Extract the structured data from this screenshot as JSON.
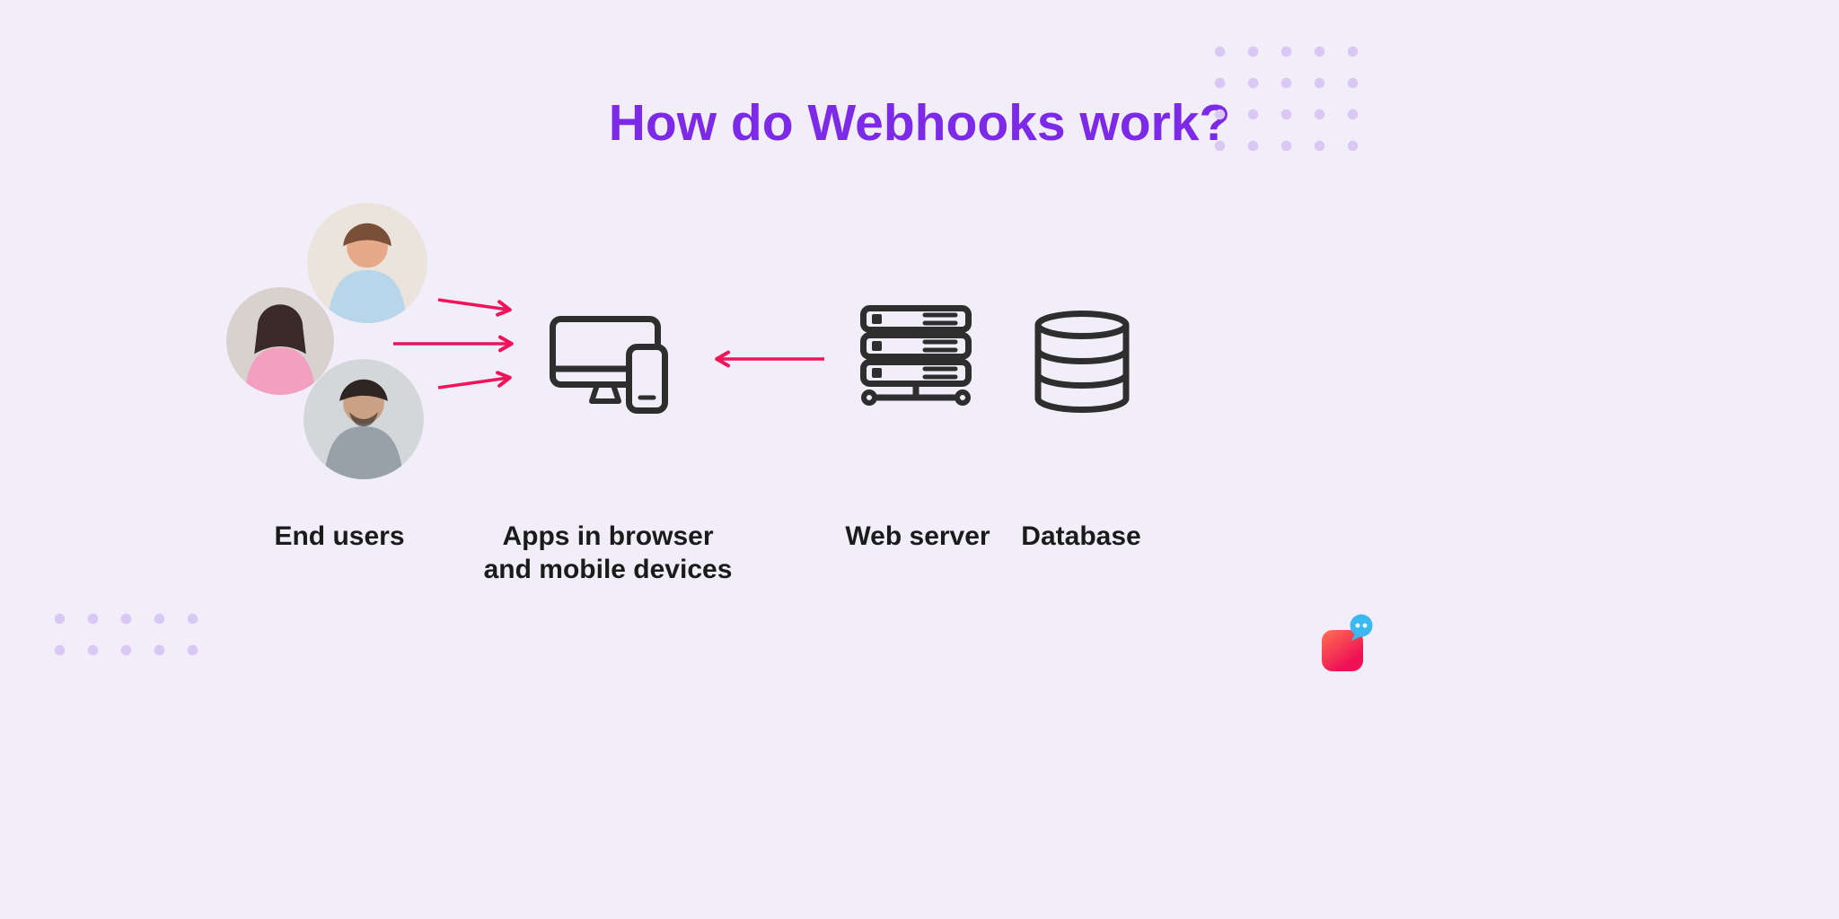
{
  "page": {
    "title": "How do Webhooks work?"
  },
  "diagram": {
    "nodes": [
      {
        "id": "end-users",
        "label": "End users",
        "icon": "user-photos"
      },
      {
        "id": "apps",
        "label": "Apps in browser and mobile devices",
        "label_line1": "Apps in browser",
        "label_line2": "and mobile devices",
        "icon": "monitor-with-phone-icon"
      },
      {
        "id": "web-server",
        "label": "Web server",
        "icon": "server-rack-icon"
      },
      {
        "id": "database",
        "label": "Database",
        "icon": "database-cylinder-icon"
      }
    ],
    "connections": [
      {
        "from": "end-users",
        "to": "apps",
        "arrows": 3,
        "direction": "right"
      },
      {
        "from": "web-server",
        "to": "apps",
        "arrows": 1,
        "direction": "left"
      }
    ]
  },
  "colors": {
    "background": "#f1edf9",
    "title": "#7d2ae8",
    "arrow": "#f0145a",
    "icon_outline": "#2e2e2e",
    "decorative_dots": "#d9c8f3",
    "label_text": "#1b1b1b",
    "logo_gradient_start": "#ff7152",
    "logo_gradient_end": "#ee1155",
    "logo_bubble_blue": "#3ab8f0"
  },
  "decorations": {
    "dot_grid_top_right": {
      "rows": 4,
      "cols": 5
    },
    "dot_grid_bottom_left": {
      "rows": 2,
      "cols": 5
    },
    "brand_logo": "rounded-square-with-chat-bubble"
  }
}
